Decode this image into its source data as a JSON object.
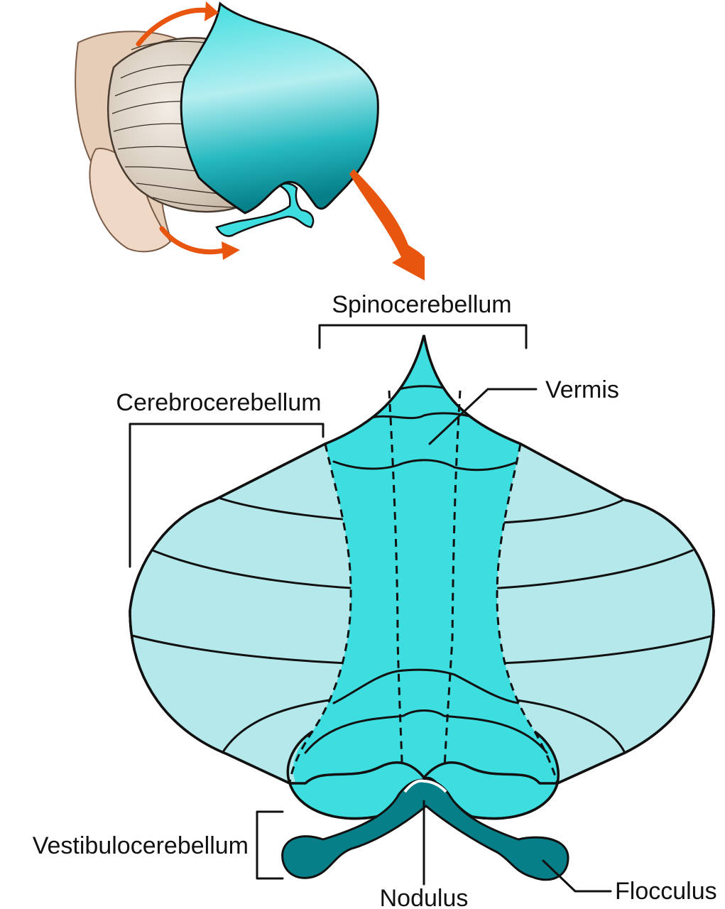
{
  "labels": {
    "spinocerebellum": "Spinocerebellum",
    "cerebrocerebellum": "Cerebrocerebellum",
    "vermis": "Vermis",
    "vestibulocerebellum": "Vestibulocerebellum",
    "nodulus": "Nodulus",
    "flocculus": "Flocculus"
  },
  "colors": {
    "hemisphere": "#b4e8ea",
    "vermis": "#3ddde0",
    "flocculonodular": "#067f89",
    "arrow": "#e8550f",
    "outline": "#111111"
  }
}
